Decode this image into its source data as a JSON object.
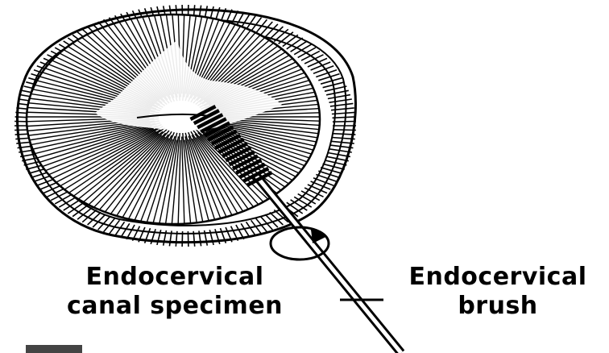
{
  "labels": {
    "specimen_line1": "Endocervical",
    "specimen_line2": "canal specimen",
    "brush_line1": "Endocervical",
    "brush_line2": "brush"
  },
  "colors": {
    "ink": "#000000",
    "background": "#ffffff"
  }
}
